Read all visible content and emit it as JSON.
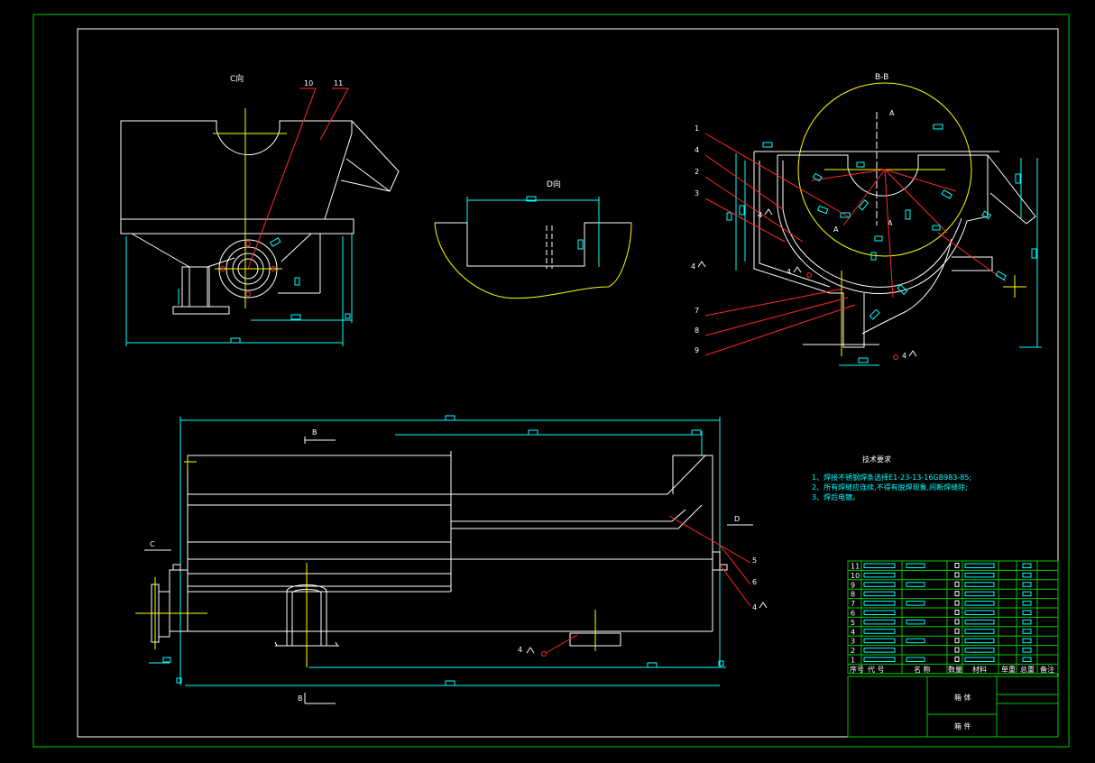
{
  "views": {
    "view_c": {
      "label": "C向",
      "callouts": [
        "10",
        "11"
      ]
    },
    "view_d": {
      "label": "D向"
    },
    "section_bb": {
      "label": "B-B",
      "callouts": [
        "1",
        "4",
        "2",
        "3",
        "7",
        "8",
        "9"
      ],
      "marks": [
        "A",
        "A",
        "A"
      ],
      "weld_symbols": [
        "4",
        "4",
        "4",
        "4"
      ]
    },
    "main_view": {
      "marks": {
        "b_top": "B",
        "b_bottom": "B",
        "c": "C",
        "d": "D"
      },
      "callouts": [
        "5",
        "6",
        "4"
      ],
      "weld_symbols": [
        "4"
      ]
    }
  },
  "notes": {
    "heading": "技术要求",
    "lines": [
      "1、焊接不锈钢焊条选择E1-23-13-16GB983-85;",
      "2、所有焊缝应连续,不得有脱焊现象,间断焊缝除;",
      "3、焊后电镀。"
    ]
  },
  "bom": {
    "row_numbers": [
      "11",
      "10",
      "9",
      "8",
      "7",
      "6",
      "5",
      "4",
      "3",
      "2",
      "1"
    ],
    "headers": [
      "序号",
      "代 号",
      "名 称",
      "数量",
      "材料",
      "单重",
      "总重",
      "备注"
    ]
  },
  "title_block": {
    "name": "箱 体",
    "label": "箱 件"
  },
  "colors": {
    "outline": "#ffffff",
    "dimension": "#00ffff",
    "leader": "#ff2a2a",
    "centerline": "#ffff00",
    "frame": "#00c800"
  }
}
